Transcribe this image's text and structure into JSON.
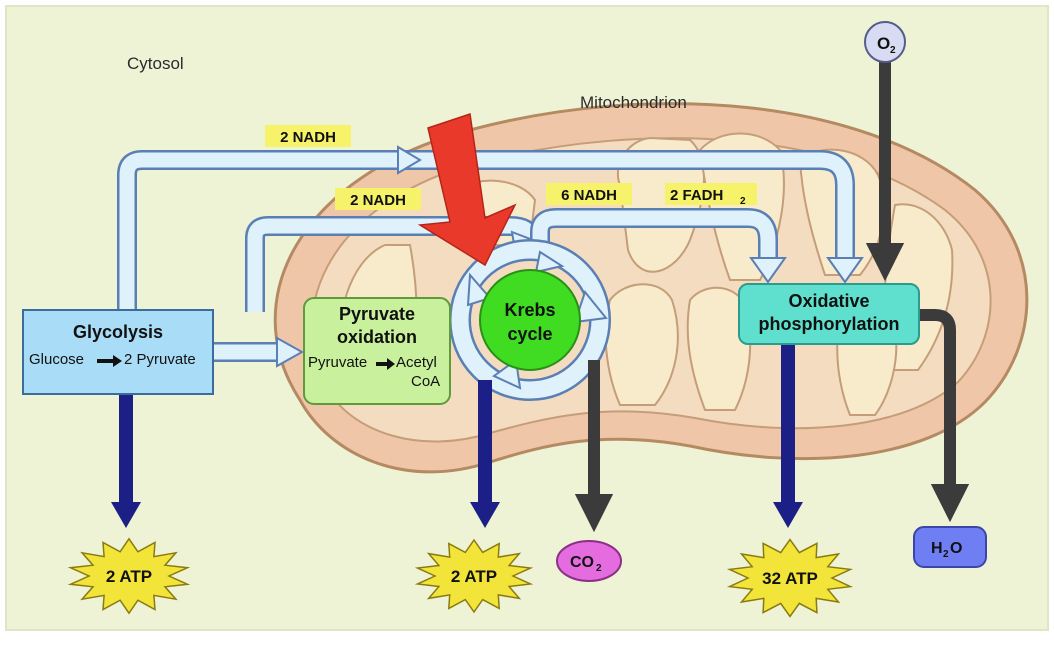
{
  "regions": {
    "cytosol": "Cytosol",
    "mitochondrion": "Mitochondrion"
  },
  "glycolysis": {
    "title": "Glycolysis",
    "reactant": "Glucose",
    "product": "2 Pyruvate"
  },
  "pyruvate_oxidation": {
    "title_line1": "Pyruvate",
    "title_line2": "oxidation",
    "reactant": "Pyruvate",
    "product_line1": "Acetyl",
    "product_line2": "CoA"
  },
  "krebs": {
    "line1": "Krebs",
    "line2": "cycle"
  },
  "oxphos": {
    "line1": "Oxidative",
    "line2": "phosphorylation"
  },
  "carriers": {
    "nadh_glycolysis": "2 NADH",
    "nadh_pyruvate": "2 NADH",
    "nadh_krebs": "6 NADH",
    "fadh2_base": "2 FADH",
    "fadh2_sub": "2"
  },
  "molecules": {
    "o2_base": "O",
    "o2_sub": "2",
    "co2_base": "CO",
    "co2_sub": "2",
    "h2o_base": "H",
    "h2o_sub": "2",
    "h2o_tail": "O"
  },
  "atp": {
    "glycolysis": "2 ATP",
    "krebs": "2 ATP",
    "oxphos": "32 ATP"
  },
  "colors": {
    "background": "#eef3d6",
    "mitochondrion_outer": "#efc7a8",
    "mitochondrion_inner": "#f4dcc0",
    "cristae": "#f7ebcc",
    "glycolysis_box": "#a9dcf7",
    "pyruvate_box": "#c9f19d",
    "krebs_circle": "#3fdc22",
    "oxphos_box": "#5fe0cf",
    "flow_arrow": "#dff1fb",
    "atp_arrow": "#1b1f86",
    "byproduct_arrow": "#3b3b3b",
    "highlight_arrow": "#e8392a",
    "nadh_badge": "#f6f36a",
    "atp_star": "#f3e43a",
    "co2": "#e56cdf",
    "h2o": "#6f7ef2",
    "o2": "#d7dcf3"
  }
}
